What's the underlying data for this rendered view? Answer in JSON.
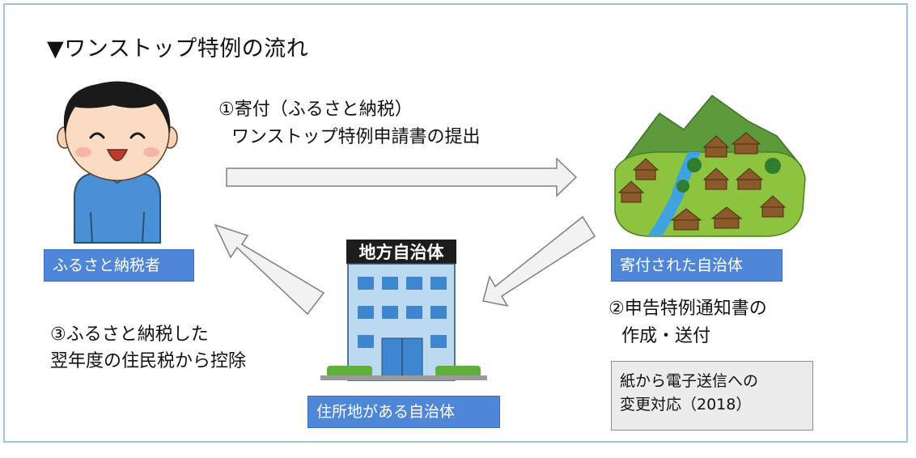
{
  "title": "▼ワンストップ特例の流れ",
  "steps": {
    "step1_line1": "①寄付（ふるさと納税）",
    "step1_line2": "ワンストップ特例申請書の提出",
    "step2_line1": "②申告特例通知書の",
    "step2_line2": "作成・送付",
    "step3_line1": "③ふるさと納税した",
    "step3_line2": "翌年度の住民税から控除"
  },
  "labels": {
    "taxpayer": "ふるさと納税者",
    "donated_municipality": "寄付された自治体",
    "residence_municipality": "住所地がある自治体"
  },
  "building_sign": "地方自治体",
  "note": {
    "line1": "紙から電子送信への",
    "line2": "変更対応（2018）"
  },
  "colors": {
    "frame": "#9ec2e6",
    "label_bg": "#4f86d8",
    "arrow_fill": "#f2f2f2",
    "arrow_stroke": "#7f7f7f",
    "note_bg": "#ececec"
  }
}
